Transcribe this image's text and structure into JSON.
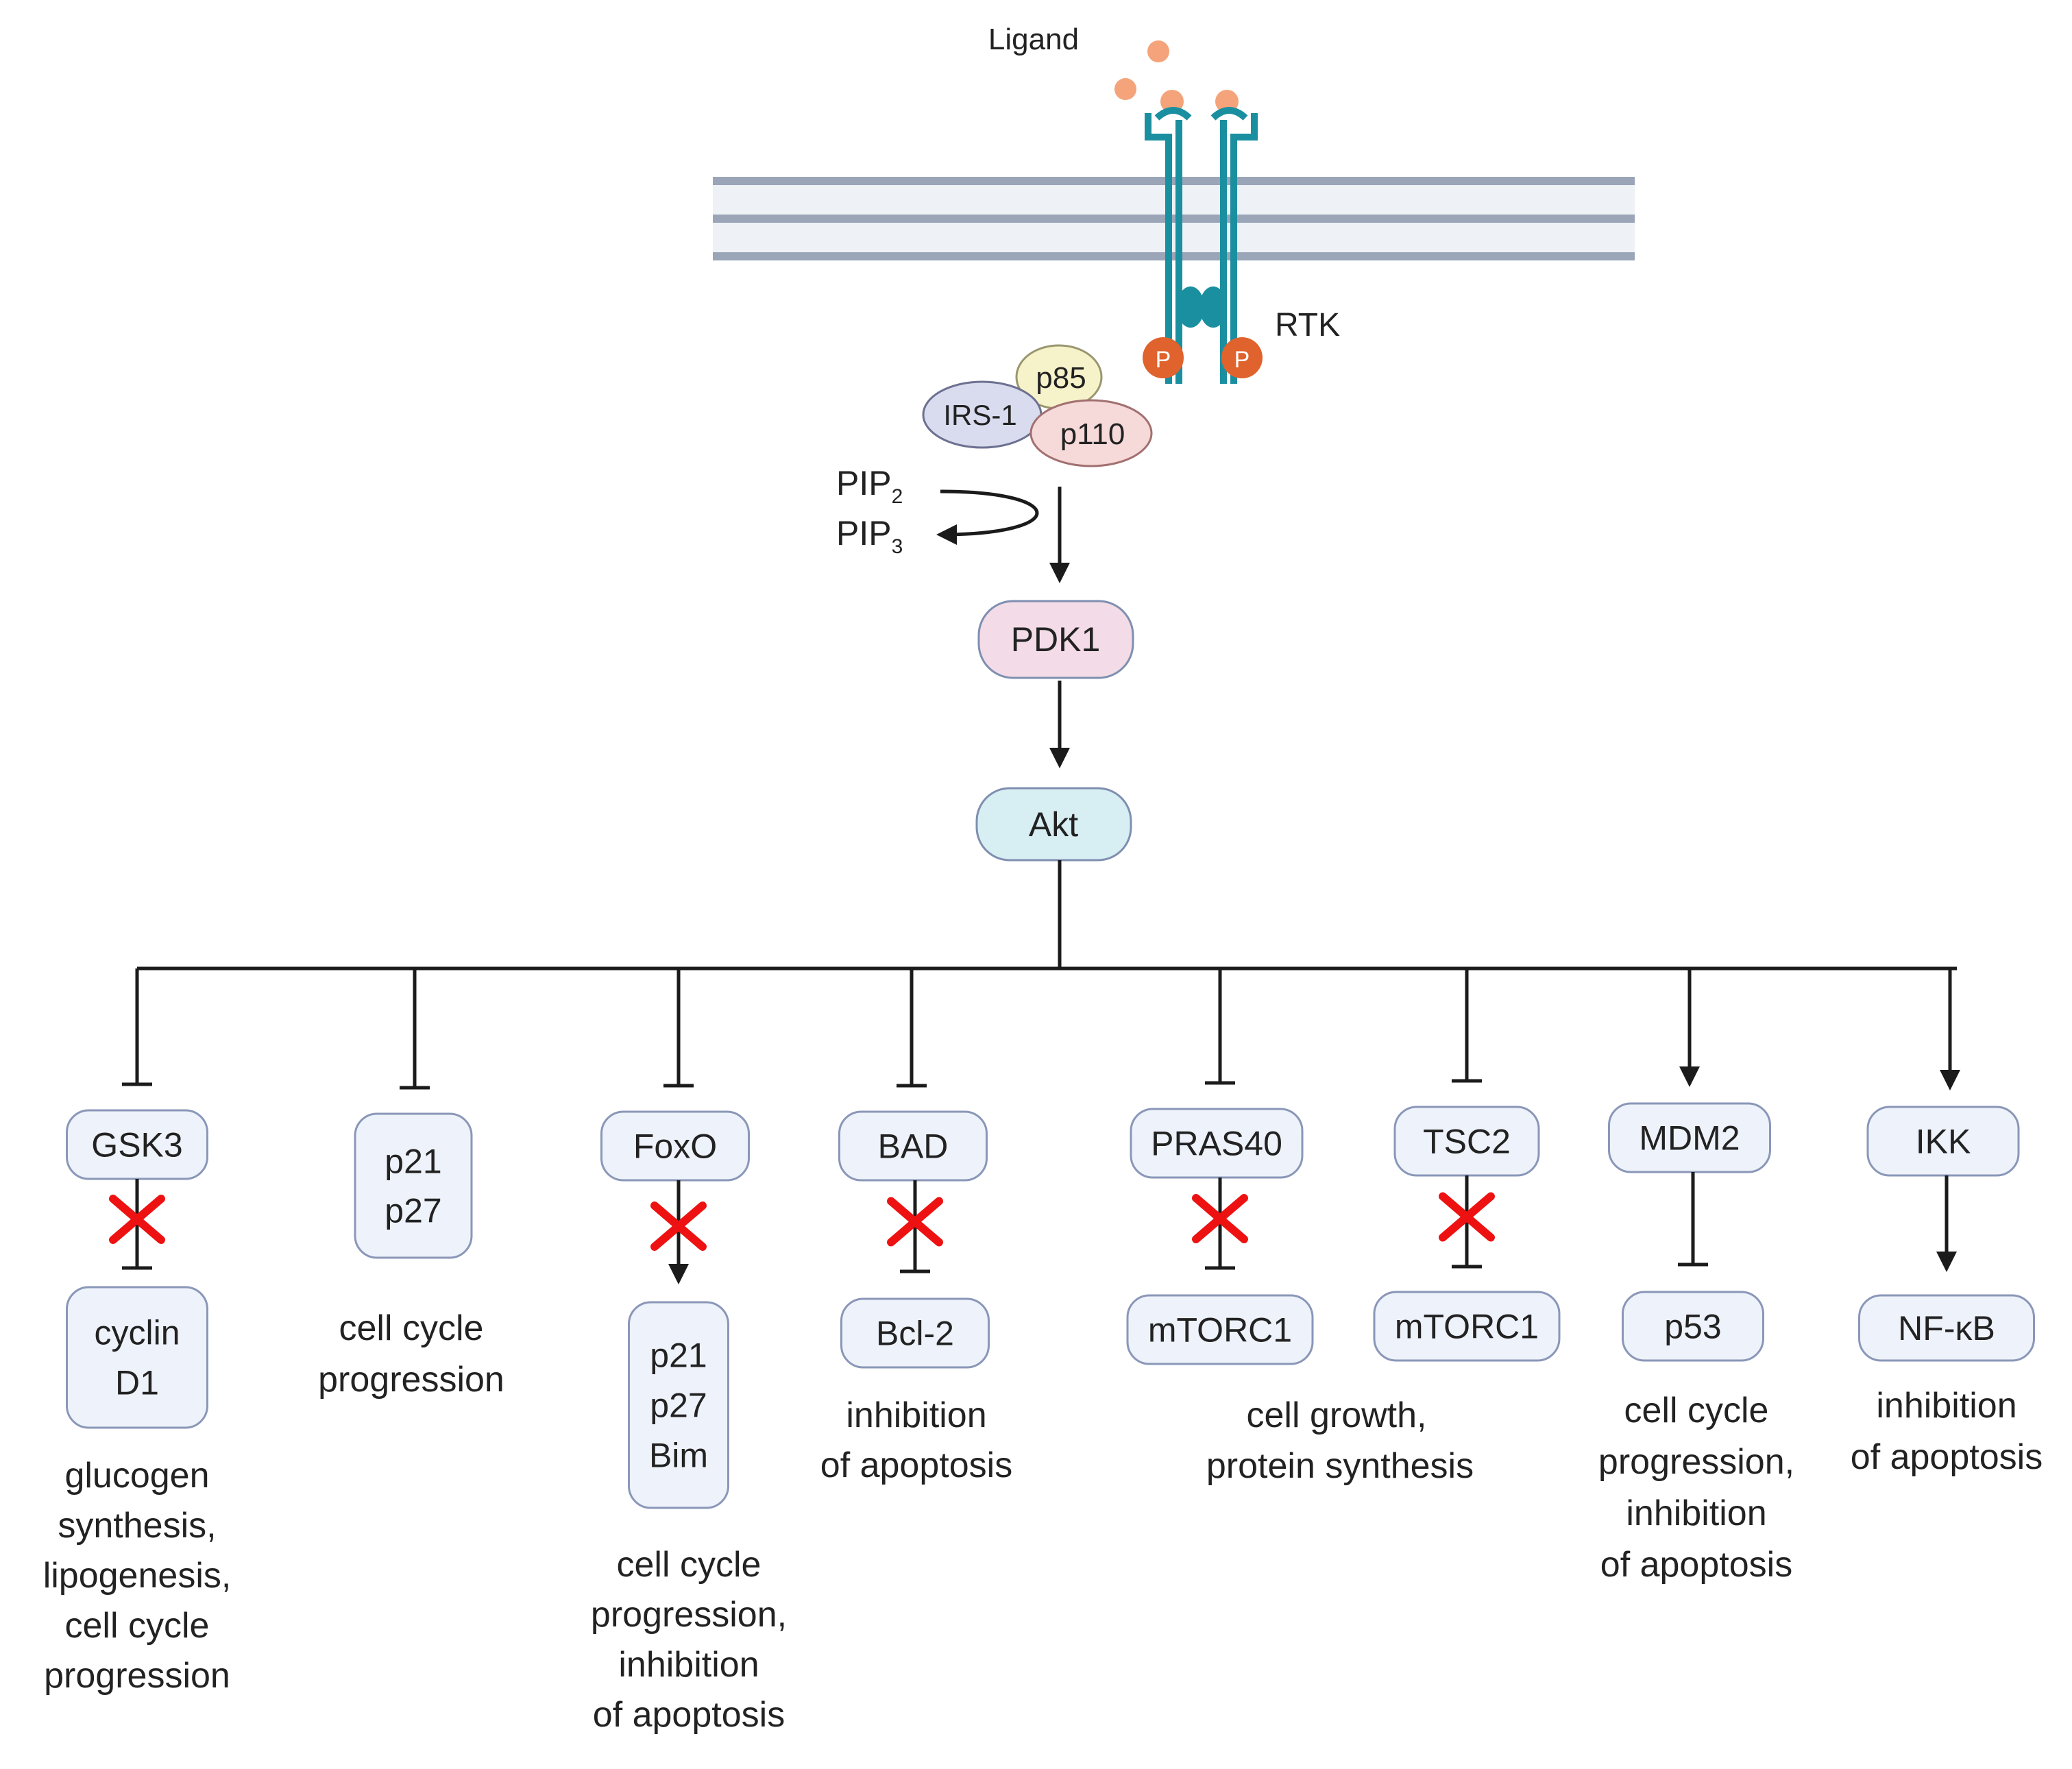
{
  "colors": {
    "node_fill": "#eef2fa",
    "node_stroke": "#8a97b8",
    "pdk1_fill": "#f3dbe7",
    "akt_fill": "#d7eef3",
    "receptor": "#1a8fa0",
    "phospho": "#e0622c",
    "ligand": "#f4a37a",
    "membrane": "#9aa5b8",
    "cross": "#ee1111",
    "irs1": "#d9dbee",
    "p85": "#f6f2c9",
    "p110": "#f6d9d9"
  },
  "top": {
    "ligand_label": "Ligand",
    "rtk_label": "RTK",
    "phospho_label": "P",
    "irs1": "IRS-1",
    "p85": "p85",
    "p110": "p110",
    "pip2_base": "PIP",
    "pip2_sub": "2",
    "pip3_base": "PIP",
    "pip3_sub": "3",
    "pdk1": "PDK1",
    "akt": "Akt"
  },
  "branches": [
    {
      "regulation": "inhibit",
      "target": [
        "GSK3"
      ],
      "downstream": [
        "cyclin",
        "D1"
      ],
      "downstream_link": "inhibit",
      "blocked": true,
      "outcome": [
        "glucogen",
        "synthesis,",
        "lipogenesis,",
        "cell cycle",
        "progression"
      ]
    },
    {
      "regulation": "inhibit",
      "target": [
        "p21",
        "p27"
      ],
      "downstream": [],
      "downstream_link": "none",
      "blocked": false,
      "outcome": [
        "cell cycle",
        "progression"
      ]
    },
    {
      "regulation": "inhibit",
      "target": [
        "FoxO"
      ],
      "downstream": [
        "p21",
        "p27",
        "Bim"
      ],
      "downstream_link": "activate",
      "blocked": true,
      "outcome": [
        "cell cycle",
        "progression,",
        "inhibition",
        "of apoptosis"
      ]
    },
    {
      "regulation": "inhibit",
      "target": [
        "BAD"
      ],
      "downstream": [
        "Bcl-2"
      ],
      "downstream_link": "inhibit",
      "blocked": true,
      "outcome": [
        "inhibition",
        "of apoptosis"
      ]
    },
    {
      "regulation": "inhibit",
      "target": [
        "PRAS40"
      ],
      "downstream": [
        "mTORC1"
      ],
      "downstream_link": "inhibit",
      "blocked": true,
      "outcome": []
    },
    {
      "regulation": "inhibit",
      "target": [
        "TSC2"
      ],
      "downstream": [
        "mTORC1"
      ],
      "downstream_link": "inhibit",
      "blocked": true,
      "outcome": []
    },
    {
      "regulation": "activate",
      "target": [
        "MDM2"
      ],
      "downstream": [
        "p53"
      ],
      "downstream_link": "inhibit",
      "blocked": false,
      "outcome": [
        "cell cycle",
        "progression,",
        "inhibition",
        "of apoptosis"
      ]
    },
    {
      "regulation": "activate",
      "target": [
        "IKK"
      ],
      "downstream": [
        "NF-κB"
      ],
      "downstream_link": "activate",
      "blocked": false,
      "outcome": [
        "inhibition",
        "of apoptosis"
      ]
    }
  ],
  "shared_outcome": [
    "cell growth,",
    "protein synthesis"
  ]
}
